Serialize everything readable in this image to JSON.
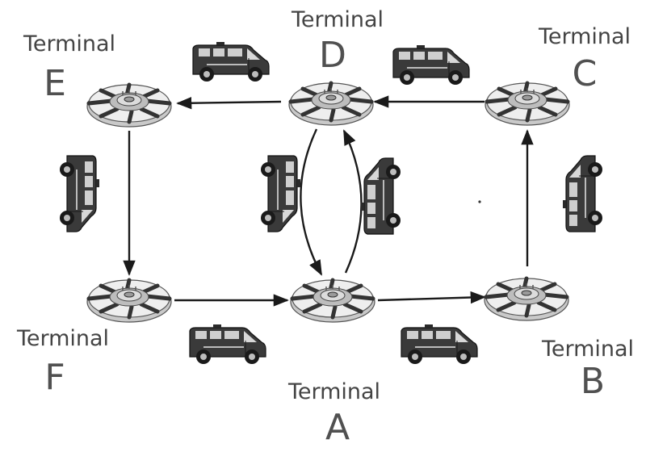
{
  "terminals": [
    {
      "id": "A",
      "word": "Terminal",
      "letter": "A"
    },
    {
      "id": "B",
      "word": "Terminal",
      "letter": "B"
    },
    {
      "id": "C",
      "word": "Terminal",
      "letter": "C"
    },
    {
      "id": "D",
      "word": "Terminal",
      "letter": "D"
    },
    {
      "id": "E",
      "word": "Terminal",
      "letter": "E"
    },
    {
      "id": "F",
      "word": "Terminal",
      "letter": "F"
    }
  ],
  "routes": [
    {
      "from": "C",
      "to": "D"
    },
    {
      "from": "D",
      "to": "E"
    },
    {
      "from": "E",
      "to": "F"
    },
    {
      "from": "F",
      "to": "A"
    },
    {
      "from": "A",
      "to": "B"
    },
    {
      "from": "B",
      "to": "C"
    },
    {
      "from": "D",
      "to": "A"
    },
    {
      "from": "A",
      "to": "D"
    }
  ],
  "vehicle_icon": "van-icon",
  "node_icon": "terminal-building-icon",
  "colors": {
    "line": "#1a1a1a",
    "van": "#3a3a3a",
    "label": "#444444"
  }
}
